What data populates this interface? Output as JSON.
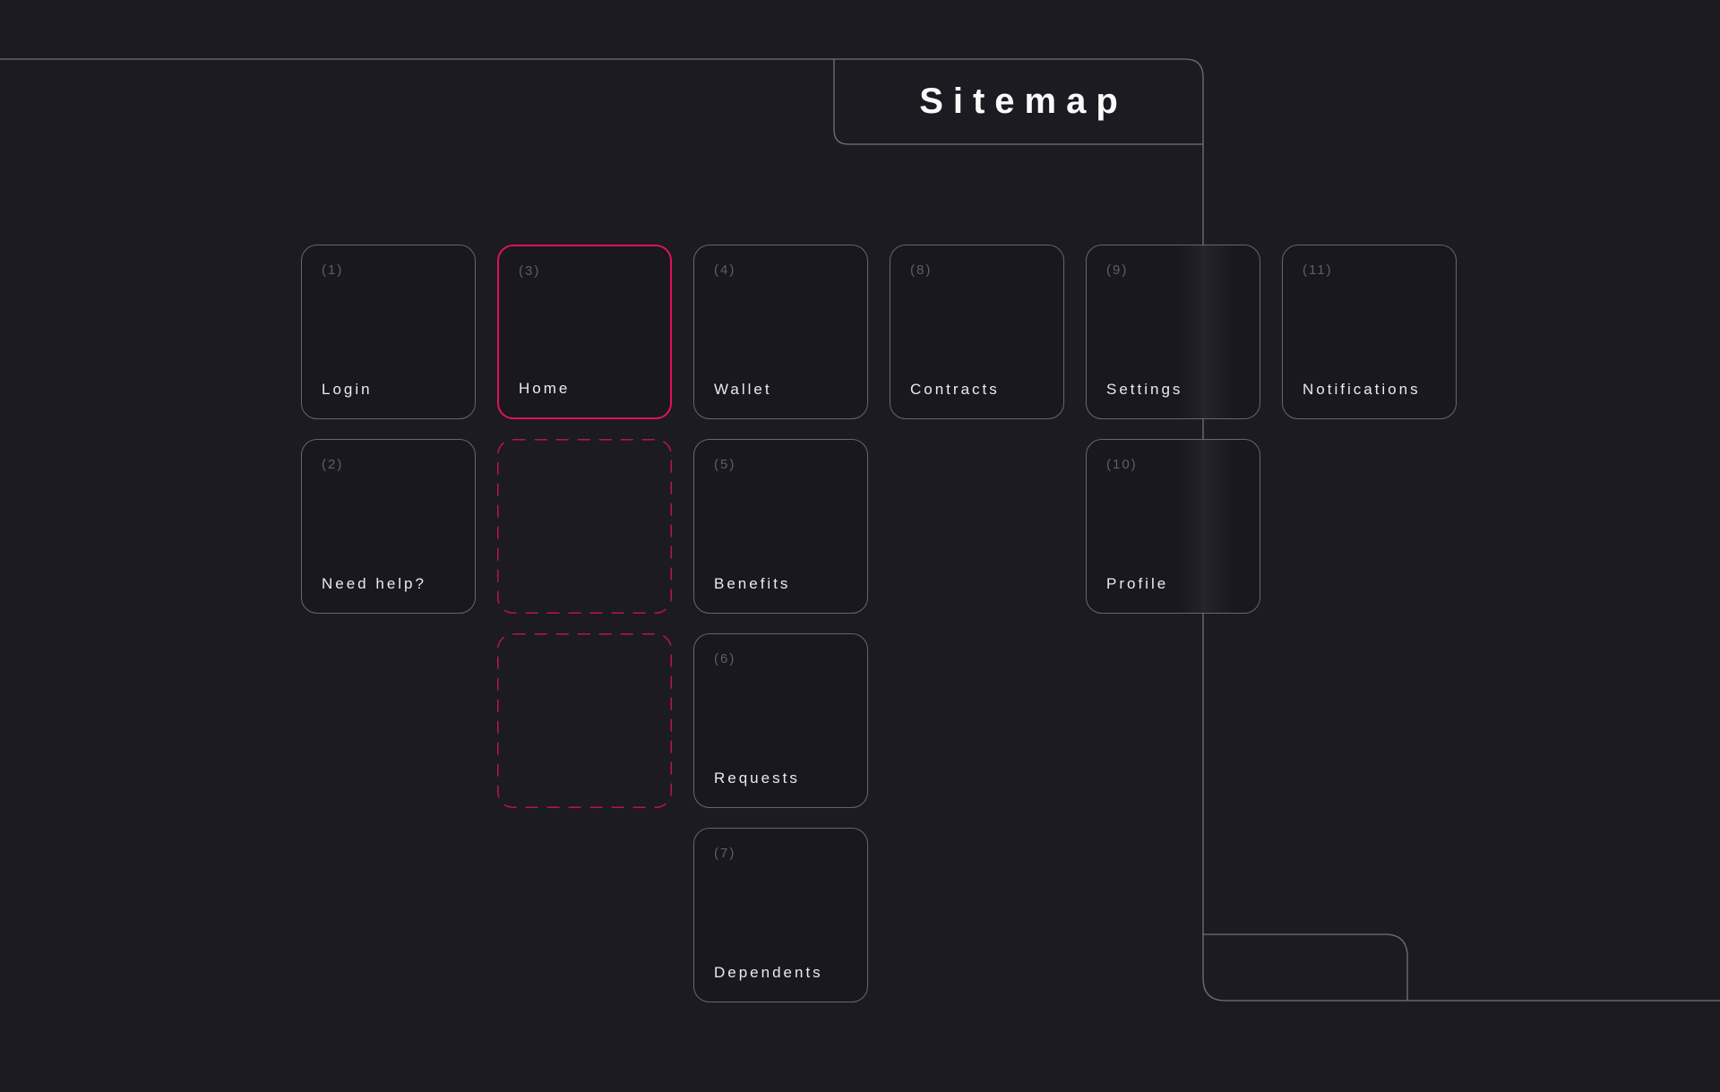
{
  "title": "Sitemap",
  "colors": {
    "background": "#1b1b21",
    "line_gray": "#72727a",
    "card_border": "#66666e",
    "accent_pink": "#e11355",
    "dashed_pink": "#b8164d",
    "label_color": "#ebebee",
    "number_color": "#5e5e66",
    "title_color": "#fafafa"
  },
  "nodes": [
    {
      "number": "(1)",
      "label": "Login"
    },
    {
      "number": "(2)",
      "label": "Need help?"
    },
    {
      "number": "(3)",
      "label": "Home"
    },
    {
      "number": "(4)",
      "label": "Wallet"
    },
    {
      "number": "(5)",
      "label": "Benefits"
    },
    {
      "number": "(6)",
      "label": "Requests"
    },
    {
      "number": "(7)",
      "label": "Dependents"
    },
    {
      "number": "(8)",
      "label": "Contracts"
    },
    {
      "number": "(9)",
      "label": "Settings"
    },
    {
      "number": "(10)",
      "label": "Profile"
    },
    {
      "number": "(11)",
      "label": "Notifications"
    }
  ],
  "empty_placeholder_count": 2
}
